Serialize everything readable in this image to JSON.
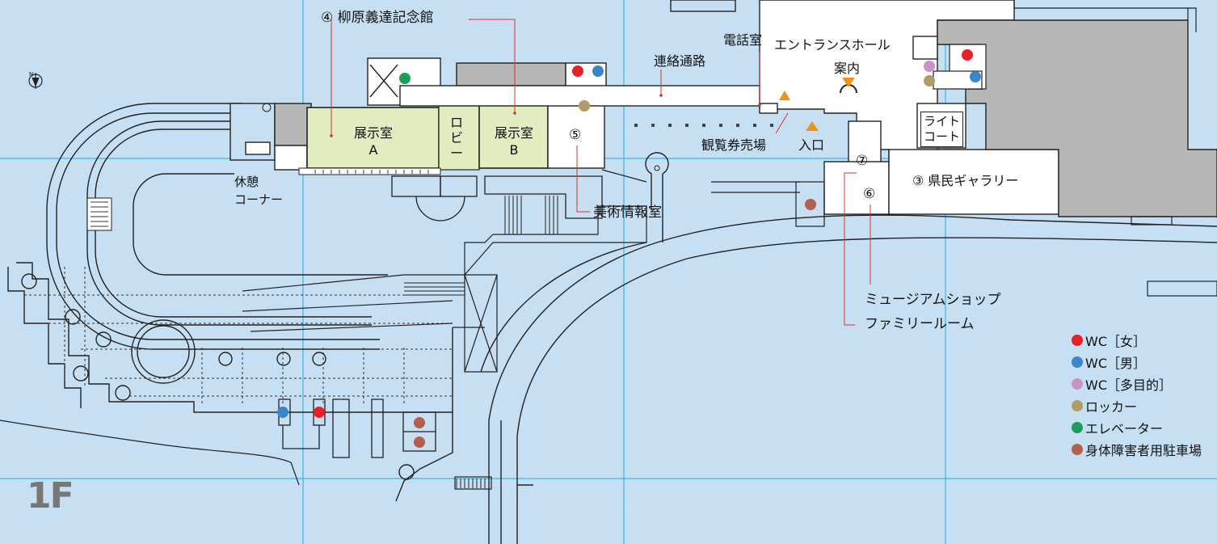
{
  "floor": "1F",
  "colors": {
    "background": "#c6dff3",
    "exhibition": "#e1ecc1",
    "gallery_block": "#b7b7b7",
    "grid": "#38b6e6",
    "leader": "#d6342a",
    "entrance_marker": "#f0921e"
  },
  "labels": {
    "yanagihara": "④ 柳原義達記念館",
    "renraku": "連絡通路",
    "denwa": "電話室",
    "entrance_hall": "エントランスホール",
    "annai": "案内",
    "kankenken": "観覧券売場",
    "iriguchi": "入口",
    "kenmin_gallery": "③ 県民ギャラリー",
    "bijutsu_joho": "美術情報室",
    "museum_shop": "ミュージアムショップ",
    "family_room": "ファミリールーム",
    "kyukei_line1": "休憩",
    "kyukei_line2": "コーナー",
    "tenji_a_line1": "展示室",
    "tenji_a_line2": "A",
    "tenji_b_line1": "展示室",
    "tenji_b_line2": "B",
    "lobby_1": "ロ",
    "lobby_2": "ビ",
    "lobby_3": "ー",
    "light_line1": "ライト",
    "light_line2": "コート",
    "n5": "⑤",
    "n6": "⑥",
    "n7": "⑦",
    "north": "N"
  },
  "legend": [
    {
      "label": "WC［女］",
      "color": "#e8202a",
      "icon": "wc-women-icon"
    },
    {
      "label": "WC［男］",
      "color": "#3a86c8",
      "icon": "wc-men-icon"
    },
    {
      "label": "WC［多目的］",
      "color": "#c693c4",
      "icon": "wc-multipurpose-icon"
    },
    {
      "label": "ロッカー",
      "color": "#b19c68",
      "icon": "locker-icon"
    },
    {
      "label": "エレベーター",
      "color": "#1e9c5a",
      "icon": "elevator-icon"
    },
    {
      "label": "身体障害者用駐車場",
      "color": "#b4604c",
      "icon": "accessible-parking-icon"
    }
  ]
}
